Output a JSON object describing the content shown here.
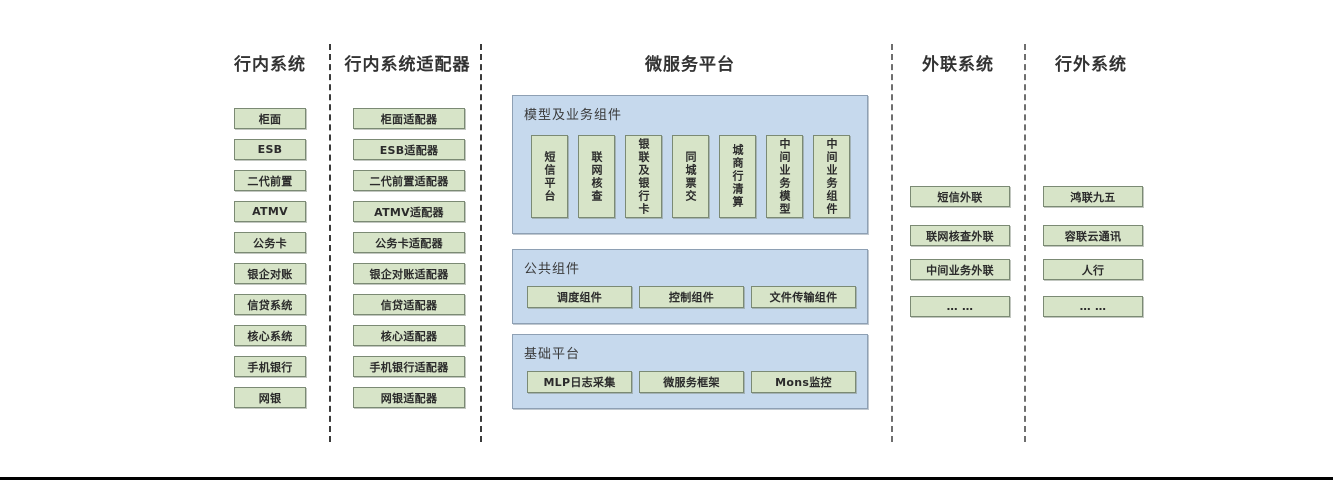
{
  "diagram": {
    "columns": [
      {
        "id": "in-bank-systems",
        "title": "行内系统",
        "items": [
          {
            "label": "柜面"
          },
          {
            "label": "ESB"
          },
          {
            "label": "二代前置"
          },
          {
            "label": "ATMV"
          },
          {
            "label": "公务卡"
          },
          {
            "label": "银企对账"
          },
          {
            "label": "信贷系统"
          },
          {
            "label": "核心系统"
          },
          {
            "label": "手机银行"
          },
          {
            "label": "网银"
          }
        ]
      },
      {
        "id": "in-bank-adapters",
        "title": "行内系统适配器",
        "items": [
          {
            "label": "柜面适配器"
          },
          {
            "label": "ESB适配器"
          },
          {
            "label": "二代前置适配器"
          },
          {
            "label": "ATMV适配器"
          },
          {
            "label": "公务卡适配器"
          },
          {
            "label": "银企对账适配器"
          },
          {
            "label": "信贷适配器"
          },
          {
            "label": "核心适配器"
          },
          {
            "label": "手机银行适配器"
          },
          {
            "label": "网银适配器"
          }
        ]
      },
      {
        "id": "microservice-platform",
        "title": "微服务平台",
        "panels": [
          {
            "id": "model-business-components",
            "title": "模型及业务组件",
            "orientation": "vertical",
            "items": [
              {
                "label": "短信平台"
              },
              {
                "label": "联网核查"
              },
              {
                "label": "银联及银行卡"
              },
              {
                "label": "同城票交"
              },
              {
                "label": "城商行清算"
              },
              {
                "label": "中间业务模型"
              },
              {
                "label": "中间业务组件"
              }
            ]
          },
          {
            "id": "public-components",
            "title": "公共组件",
            "orientation": "horizontal",
            "items": [
              {
                "label": "调度组件"
              },
              {
                "label": "控制组件"
              },
              {
                "label": "文件传输组件"
              }
            ]
          },
          {
            "id": "base-platform",
            "title": "基础平台",
            "orientation": "horizontal",
            "items": [
              {
                "label": "MLP日志采集"
              },
              {
                "label": "微服务框架"
              },
              {
                "label": "Mons监控"
              }
            ]
          }
        ]
      },
      {
        "id": "external-liaison-systems",
        "title": "外联系统",
        "items": [
          {
            "label": "短信外联"
          },
          {
            "label": "联网核查外联"
          },
          {
            "label": "中间业务外联"
          },
          {
            "label": "… …"
          }
        ]
      },
      {
        "id": "out-of-bank-systems",
        "title": "行外系统",
        "items": [
          {
            "label": "鸿联九五"
          },
          {
            "label": "容联云通讯"
          },
          {
            "label": "人行"
          },
          {
            "label": "… …"
          }
        ]
      }
    ],
    "colors": {
      "node_fill": "#d7e4c8",
      "node_border": "#7b8a74",
      "panel_fill": "#c6d9ed",
      "panel_border": "#8ea0b4",
      "divider": "#3b3b3b",
      "text": "#333333"
    }
  }
}
